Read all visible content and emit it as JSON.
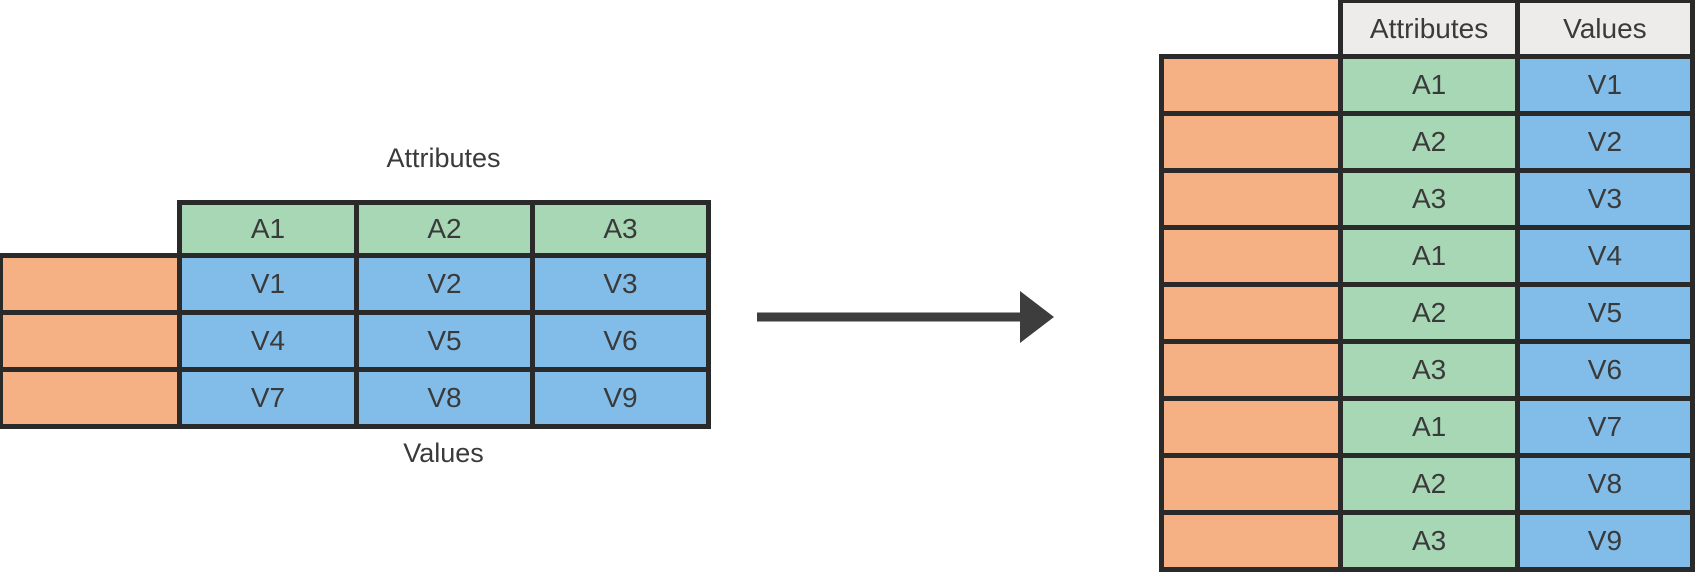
{
  "diagram": {
    "left_table": {
      "top_label": "Attributes",
      "bottom_label": "Values",
      "column_headers": [
        "A1",
        "A2",
        "A3"
      ],
      "rows": [
        [
          "V1",
          "V2",
          "V3"
        ],
        [
          "V4",
          "V5",
          "V6"
        ],
        [
          "V7",
          "V8",
          "V9"
        ]
      ]
    },
    "right_table": {
      "column_headers": [
        "Attributes",
        "Values"
      ],
      "rows": [
        [
          "A1",
          "V1"
        ],
        [
          "A2",
          "V2"
        ],
        [
          "A3",
          "V3"
        ],
        [
          "A1",
          "V4"
        ],
        [
          "A2",
          "V5"
        ],
        [
          "A3",
          "V6"
        ],
        [
          "A1",
          "V7"
        ],
        [
          "A2",
          "V8"
        ],
        [
          "A3",
          "V9"
        ]
      ]
    },
    "colors": {
      "orange": "#F5B183",
      "green": "#A7D7B4",
      "blue": "#82BDE9",
      "header_gray": "#EDECEA",
      "border": "#2A2A2A",
      "text": "#3A3A3A",
      "arrow": "#3D3D3D"
    }
  }
}
